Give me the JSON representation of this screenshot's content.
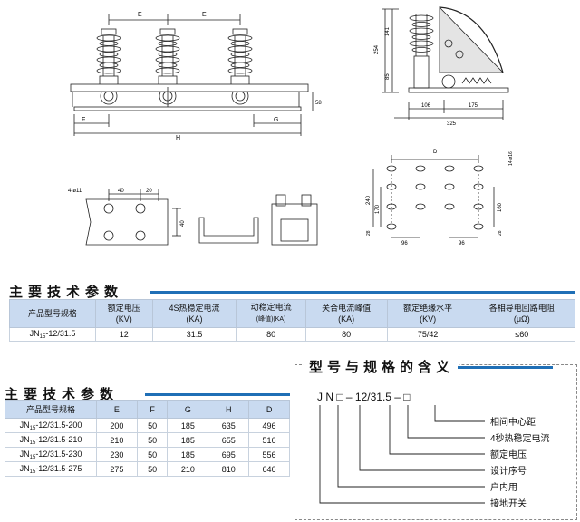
{
  "drawings": {
    "front": {
      "dim_e": "E",
      "dim_f": "F",
      "dim_g": "G",
      "dim_h": "H",
      "dim_58": "58"
    },
    "side": {
      "dim_141": "141",
      "dim_85": "85",
      "dim_254": "254",
      "dim_106": "106",
      "dim_175": "175",
      "dim_325": "325"
    },
    "plate": {
      "holes": "4-ø11",
      "dim_40a": "40",
      "dim_20": "20",
      "dim_40b": "40"
    },
    "base": {
      "dim_d": "D",
      "dim_holes": "14-ø16",
      "dim_240": "240",
      "dim_170": "170",
      "dim_160": "160",
      "dim_28a": "28",
      "dim_28b": "28",
      "dim_96a": "96",
      "dim_96b": "96"
    }
  },
  "table1": {
    "title": "主要技术参数",
    "headers": {
      "model": "产品型号规格",
      "voltage": "额定电压",
      "voltage_unit": "(KV)",
      "thermal": "4S热稳定电流",
      "thermal_unit": "(KA)",
      "dynamic": "动稳定电流",
      "dynamic_unit": "(峰值)(KA)",
      "closing": "关合电流峰值",
      "closing_unit": "(KA)",
      "insulation": "额定绝缘水平",
      "insulation_unit": "(KV)",
      "resistance": "各相导电回路电阻",
      "resistance_unit": "(μΩ)"
    },
    "row": {
      "model_pre": "JN",
      "model_sub": "15",
      "model_post": "-12/31.5",
      "voltage": "12",
      "thermal": "31.5",
      "dynamic": "80",
      "closing": "80",
      "insulation": "75/42",
      "resistance": "≤60"
    }
  },
  "table2": {
    "title": "主要技术参数",
    "headers": {
      "model": "产品型号规格",
      "e": "E",
      "f": "F",
      "g": "G",
      "h": "H",
      "d": "D"
    },
    "rows": [
      {
        "pre": "JN",
        "sub": "15",
        "post": "-12/31.5-200",
        "e": "200",
        "f": "50",
        "g": "185",
        "h": "635",
        "d": "496"
      },
      {
        "pre": "JN",
        "sub": "15",
        "post": "-12/31.5-210",
        "e": "210",
        "f": "50",
        "g": "185",
        "h": "655",
        "d": "516"
      },
      {
        "pre": "JN",
        "sub": "15",
        "post": "-12/31.5-230",
        "e": "230",
        "f": "50",
        "g": "185",
        "h": "695",
        "d": "556"
      },
      {
        "pre": "JN",
        "sub": "15",
        "post": "-12/31.5-275",
        "e": "275",
        "f": "50",
        "g": "210",
        "h": "810",
        "d": "646"
      }
    ]
  },
  "model_meaning": {
    "title": "型号与规格的含义",
    "code": "J N □ – 12/31.5 – □",
    "items": [
      "相间中心距",
      "4秒热稳定电流",
      "额定电压",
      "设计序号",
      "户内用",
      "接地开关"
    ]
  }
}
